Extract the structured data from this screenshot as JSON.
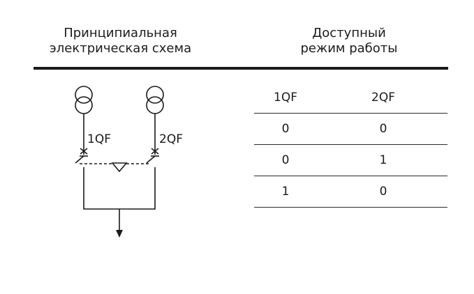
{
  "header": {
    "left_line1": "Принципиальная",
    "left_line2": "электрическая схема",
    "right_line1": "Доступный",
    "right_line2": "режим работы"
  },
  "schematic": {
    "breaker1_label": "1QF",
    "breaker2_label": "2QF"
  },
  "table": {
    "columns": [
      "1QF",
      "2QF"
    ],
    "rows": [
      [
        "0",
        "0"
      ],
      [
        "0",
        "1"
      ],
      [
        "1",
        "0"
      ]
    ]
  },
  "colors": {
    "ink": "#1a1a1a",
    "background": "#ffffff"
  }
}
